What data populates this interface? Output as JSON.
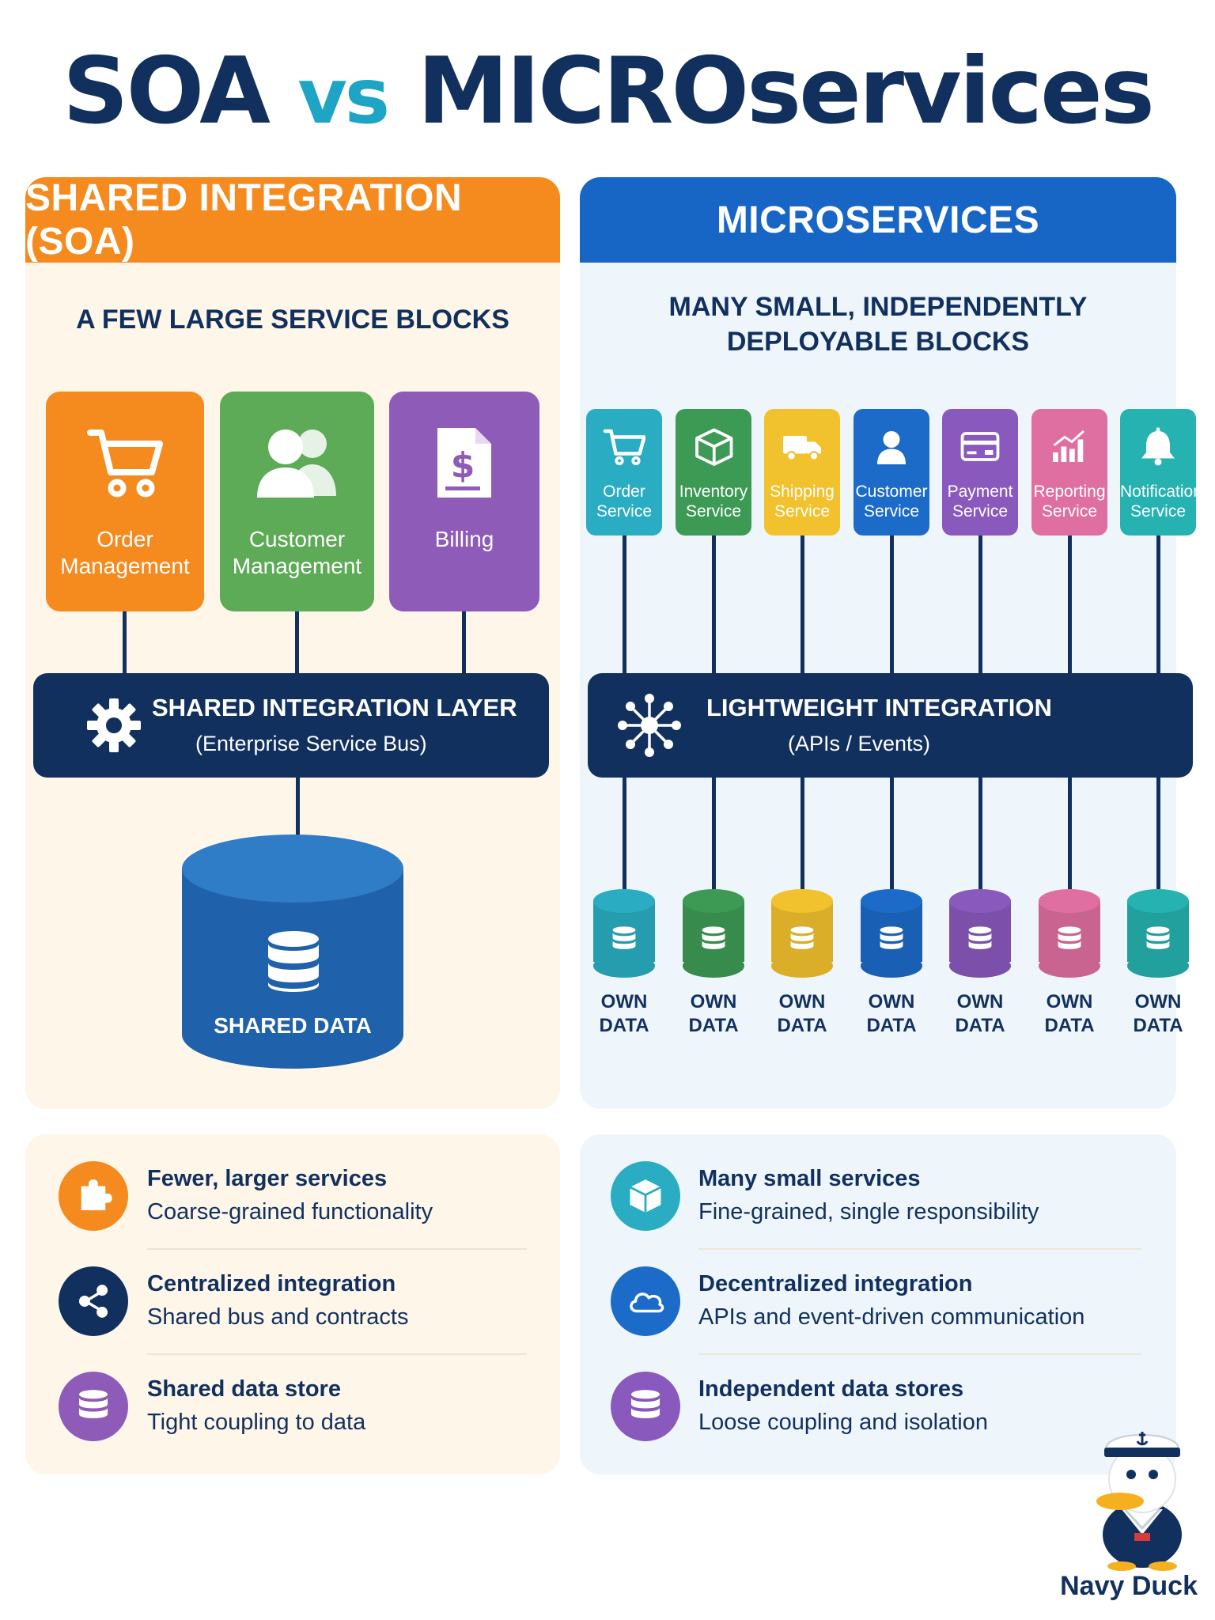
{
  "title": {
    "left": "SOA",
    "vs": "vs",
    "right": "MICROservices"
  },
  "soa": {
    "header": "SHARED INTEGRATION (SOA)",
    "subtitle": "A FEW LARGE SERVICE BLOCKS",
    "blocks": [
      {
        "label": [
          "Order",
          "Management"
        ],
        "icon": "shopping-cart-icon",
        "color": "#f58a1f"
      },
      {
        "label": [
          "Customer",
          "Management"
        ],
        "icon": "users-icon",
        "color": "#5daa57"
      },
      {
        "label": [
          "Billing"
        ],
        "icon": "invoice-dollar-icon",
        "color": "#8e5bb8"
      }
    ],
    "layer": {
      "title": "SHARED INTEGRATION LAYER",
      "subtitle": "(Enterprise Service Bus)"
    },
    "data": "SHARED DATA"
  },
  "micro": {
    "header": "MICROSERVICES",
    "subtitle": [
      "MANY SMALL, INDEPENDENTLY",
      "DEPLOYABLE BLOCKS"
    ],
    "services": [
      {
        "label": [
          "Order",
          "Service"
        ],
        "icon": "shopping-cart-icon",
        "color": "#2aadc2"
      },
      {
        "label": [
          "Inventory",
          "Service"
        ],
        "icon": "box-icon",
        "color": "#3d9a55"
      },
      {
        "label": [
          "Shipping",
          "Service"
        ],
        "icon": "truck-icon",
        "color": "#f2c12e"
      },
      {
        "label": [
          "Customer",
          "Service"
        ],
        "icon": "user-icon",
        "color": "#1c6bc9"
      },
      {
        "label": [
          "Payment",
          "Service"
        ],
        "icon": "credit-card-icon",
        "color": "#8a59bd"
      },
      {
        "label": [
          "Reporting",
          "Service"
        ],
        "icon": "bar-chart-icon",
        "color": "#df6fa0"
      },
      {
        "label": [
          "Notification",
          "Service"
        ],
        "icon": "bell-icon",
        "color": "#25b2b0"
      }
    ],
    "layer": {
      "title": "LIGHTWEIGHT INTEGRATION",
      "subtitle": "(APIs / Events)"
    },
    "own_data": [
      "OWN",
      "DATA"
    ]
  },
  "soa_features": [
    {
      "title": "Fewer, larger services",
      "desc": "Coarse-grained functionality",
      "icon": "puzzle-icon",
      "color": "#f58a1f"
    },
    {
      "title": "Centralized integration",
      "desc": "Shared bus and contracts",
      "icon": "share-icon",
      "color": "#12305e"
    },
    {
      "title": "Shared data store",
      "desc": "Tight coupling to data",
      "icon": "database-icon",
      "color": "#8e5bb8"
    }
  ],
  "micro_features": [
    {
      "title": "Many small services",
      "desc": "Fine-grained, single responsibility",
      "icon": "cube-icon",
      "color": "#2aadc2"
    },
    {
      "title": "Decentralized integration",
      "desc": "APIs and event-driven communication",
      "icon": "cloud-icon",
      "color": "#1c6bc9"
    },
    {
      "title": "Independent data stores",
      "desc": "Loose coupling and isolation",
      "icon": "database-icon",
      "color": "#8a59bd"
    }
  ],
  "brand": "Navy Duck"
}
